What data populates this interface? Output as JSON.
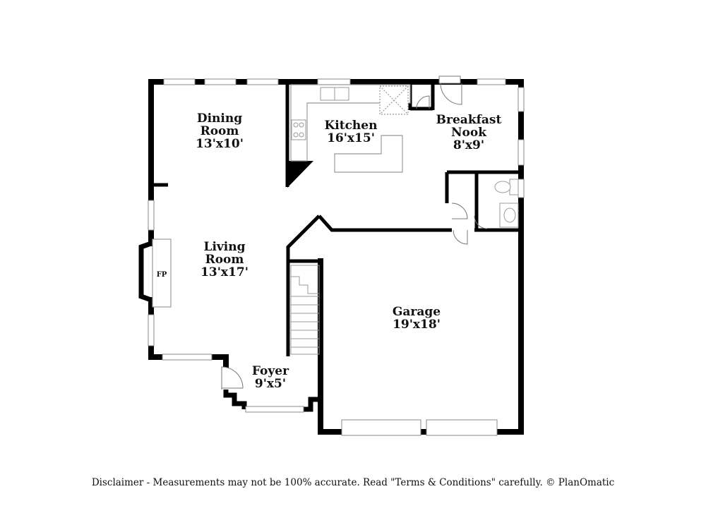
{
  "rooms": {
    "dining": {
      "name_line1": "Dining",
      "name_line2": "Room",
      "size": "13'x10'"
    },
    "kitchen": {
      "name": "Kitchen",
      "size": "16'x15'"
    },
    "breakfast": {
      "name_line1": "Breakfast",
      "name_line2": "Nook",
      "size": "8'x9'"
    },
    "living": {
      "name_line1": "Living",
      "name_line2": "Room",
      "size": "13'x17'"
    },
    "fireplace": {
      "label": "FP"
    },
    "garage": {
      "name": "Garage",
      "size": "19'x18'"
    },
    "foyer": {
      "name": "Foyer",
      "size": "9'x5'"
    }
  },
  "disclaimer": "Disclaimer - Measurements may not be 100% accurate. Read \"Terms & Conditions\" carefully. © PlanOmatic"
}
